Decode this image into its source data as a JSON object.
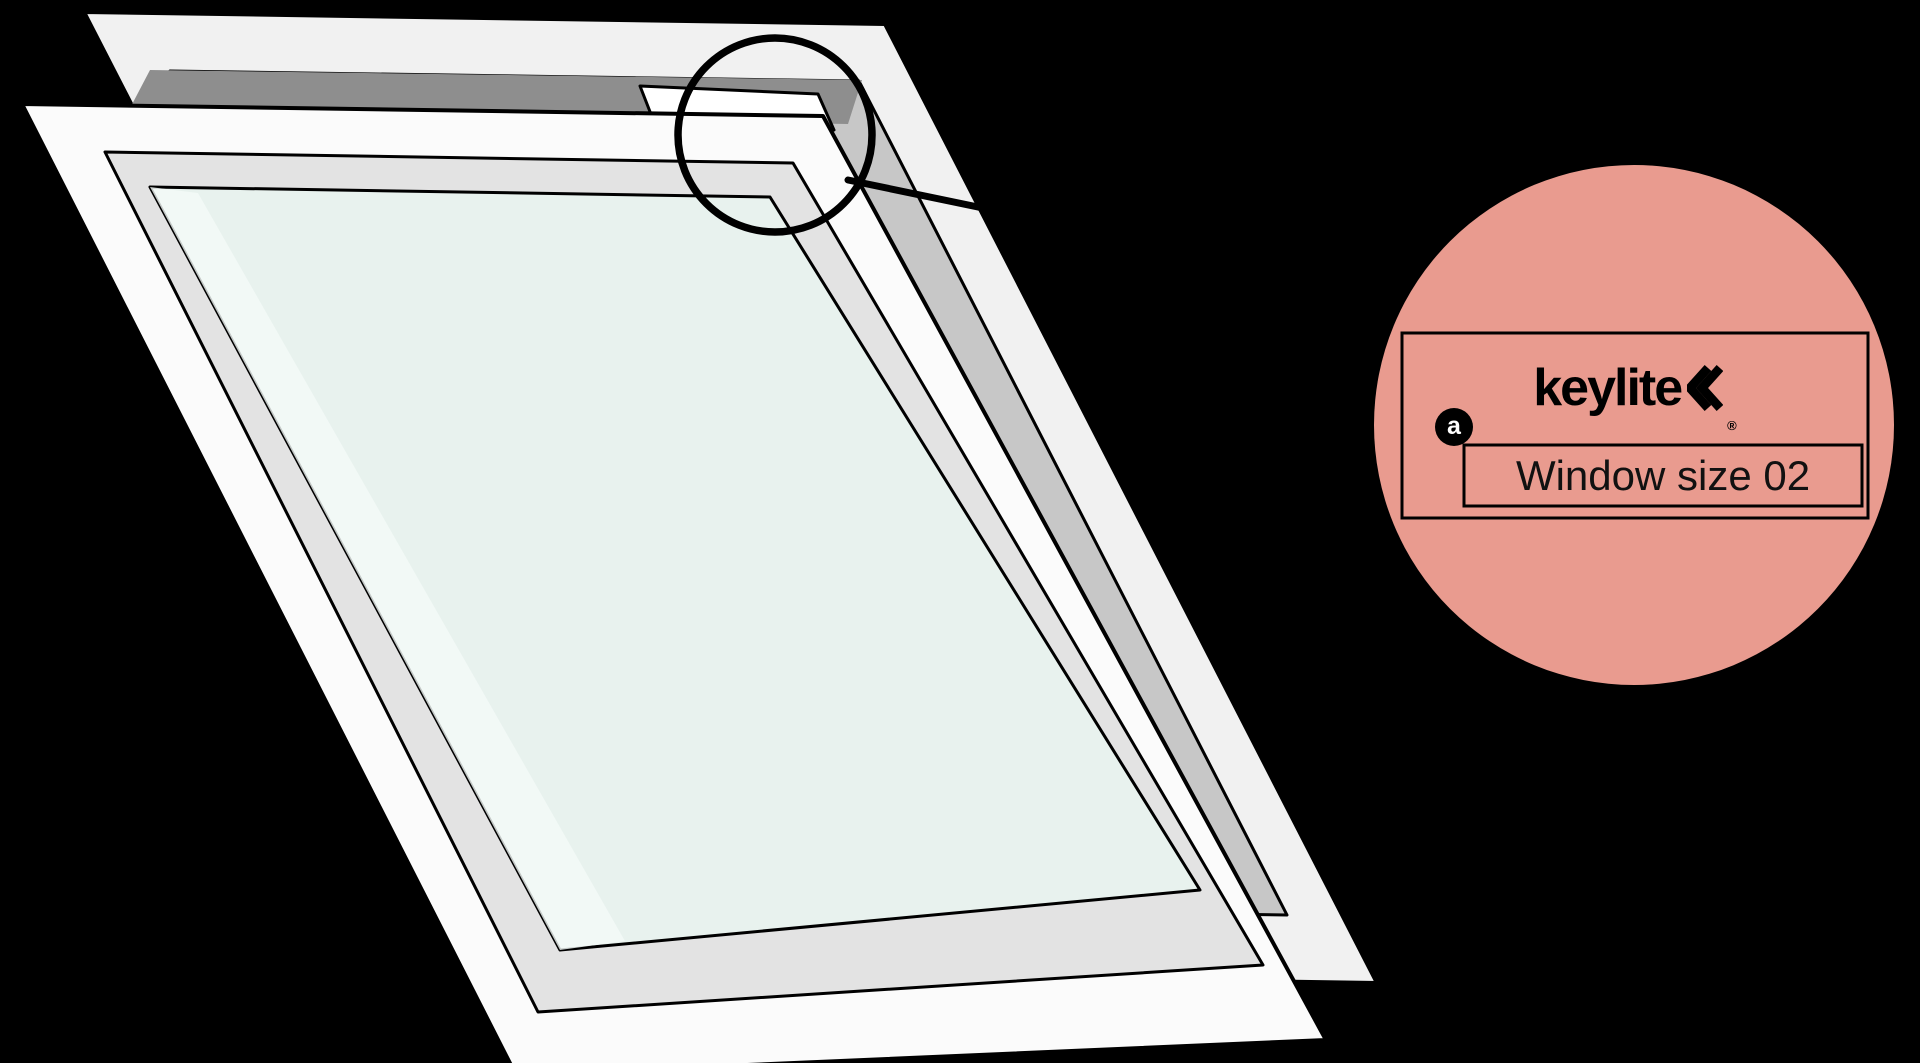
{
  "page": {
    "background_color": "#000000"
  },
  "colors": {
    "outline": "#000000",
    "back_frame_face": "#F1F1F1",
    "frame_opening_shadow": "#C7C7C7",
    "top_gap_shadow": "#8E8E8E",
    "sash_face": "#FBFBFB",
    "sash_bevel": "#E3E3E3",
    "glass": "#E8F2EE",
    "glass_highlight": "#F4FAF8",
    "corner_plate": "#FFFFFF",
    "callout_circle": "#E99B8F",
    "badge_background": "#000000",
    "badge_text": "#FFFFFF"
  },
  "illustration": {
    "icon": "roof-window-isometric-drawing",
    "annotation_icon": "magnifier-circle"
  },
  "callout": {
    "logo_text": "keylite",
    "registered_mark": "®",
    "badge_label": "a",
    "size_label": "Window size 02"
  }
}
